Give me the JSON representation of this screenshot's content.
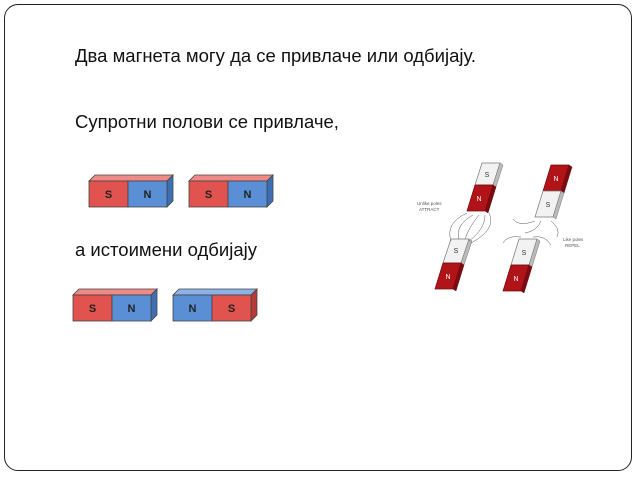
{
  "slide": {
    "lines": [
      "Два магнета могу да се привлаче или одбијају.",
      "Супротни полови се привлаче,",
      "а истоимени одбијају"
    ]
  },
  "attract_row": {
    "magnet_1": {
      "left": "S",
      "right": "N"
    },
    "magnet_2": {
      "left": "S",
      "right": "N"
    }
  },
  "repel_row": {
    "magnet_1": {
      "left": "S",
      "right": "N"
    },
    "magnet_2": {
      "left": "N",
      "right": "S"
    }
  },
  "illustration": {
    "attract_caption_1": "Unlike poles",
    "attract_caption_2": "ATTRACT",
    "repel_caption_1": "Like poles",
    "repel_caption_2": "REPEL",
    "bar_labels": [
      "S",
      "N",
      "S",
      "N",
      "N",
      "S",
      "S",
      "N"
    ]
  },
  "colors": {
    "south_red": "#e0534f",
    "north_blue": "#5a8fd6",
    "bar_red": "#b01419",
    "border": "#222222"
  }
}
